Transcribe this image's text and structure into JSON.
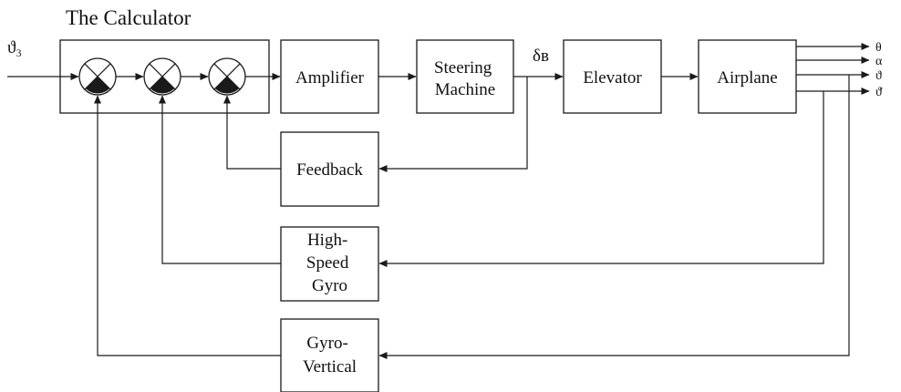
{
  "title": "The Calculator",
  "input_label": "ϑ₃",
  "blocks": {
    "amplifier": [
      "Amplifier"
    ],
    "steering_machine": [
      "Steering",
      "Machine"
    ],
    "elevator": [
      "Elevator"
    ],
    "airplane": [
      "Airplane"
    ],
    "feedback": [
      "Feedback"
    ],
    "high_speed_gyro": [
      "High-",
      "Speed",
      "Gyro"
    ],
    "gyro_vertical": [
      "Gyro-",
      "Vertical"
    ]
  },
  "signal_label": "δв",
  "outputs": [
    "θ",
    "α",
    "ϑ",
    "ϑ̇"
  ],
  "colors": {
    "line": "#1a1a1a",
    "background": "#ffffff"
  }
}
